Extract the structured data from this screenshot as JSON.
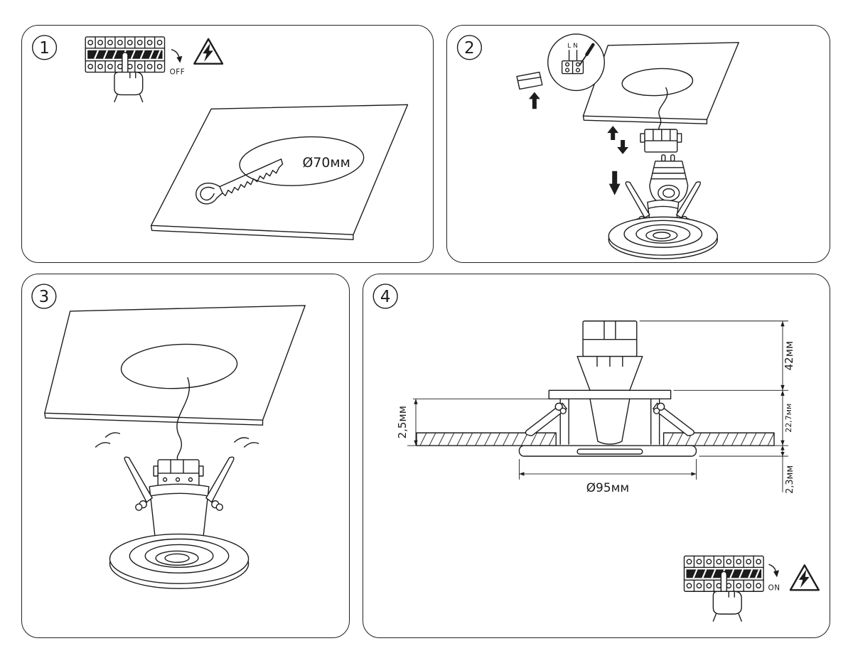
{
  "panels": [
    {
      "number": "1",
      "power_label": "OFF",
      "hole_diameter": "Ø70мм"
    },
    {
      "number": "2",
      "wire_labels": "L N"
    },
    {
      "number": "3"
    },
    {
      "number": "4",
      "dim_height": "42мм",
      "dim_recess": "22,7мм",
      "dim_ceiling": "2,5мм",
      "dim_flange": "2,3мм",
      "dim_cutout": "Ø95мм",
      "power_label": "ON"
    }
  ],
  "icons": {
    "warning": "high-voltage-warning-icon",
    "hand": "hand-press-icon",
    "saw": "keyhole-saw-icon",
    "screwdriver": "screwdriver-icon"
  },
  "colors": {
    "line": "#1c1c1c",
    "background": "#ffffff"
  }
}
